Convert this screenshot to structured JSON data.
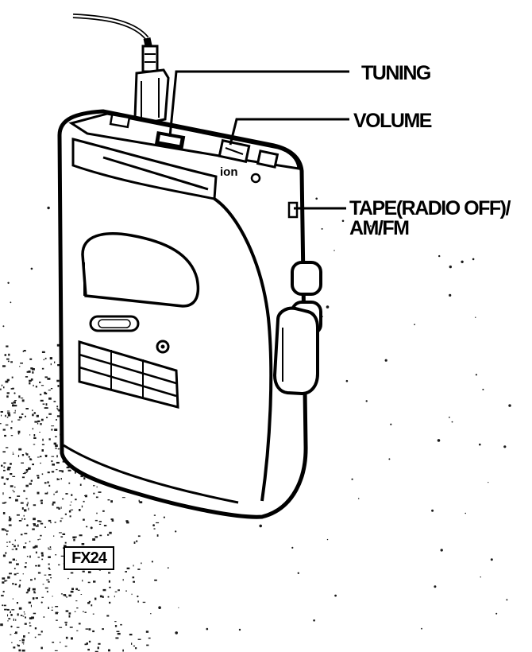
{
  "callouts": {
    "tuning": "TUNING",
    "volume": "VOLUME",
    "tape_line1": "TAPE(RADIO OFF)/",
    "tape_line2": "AM/FM"
  },
  "device_marks": "ion",
  "model_label": "FX24",
  "colors": {
    "ink": "#000000",
    "paper": "#ffffff",
    "noise": "#1a1a1a"
  }
}
